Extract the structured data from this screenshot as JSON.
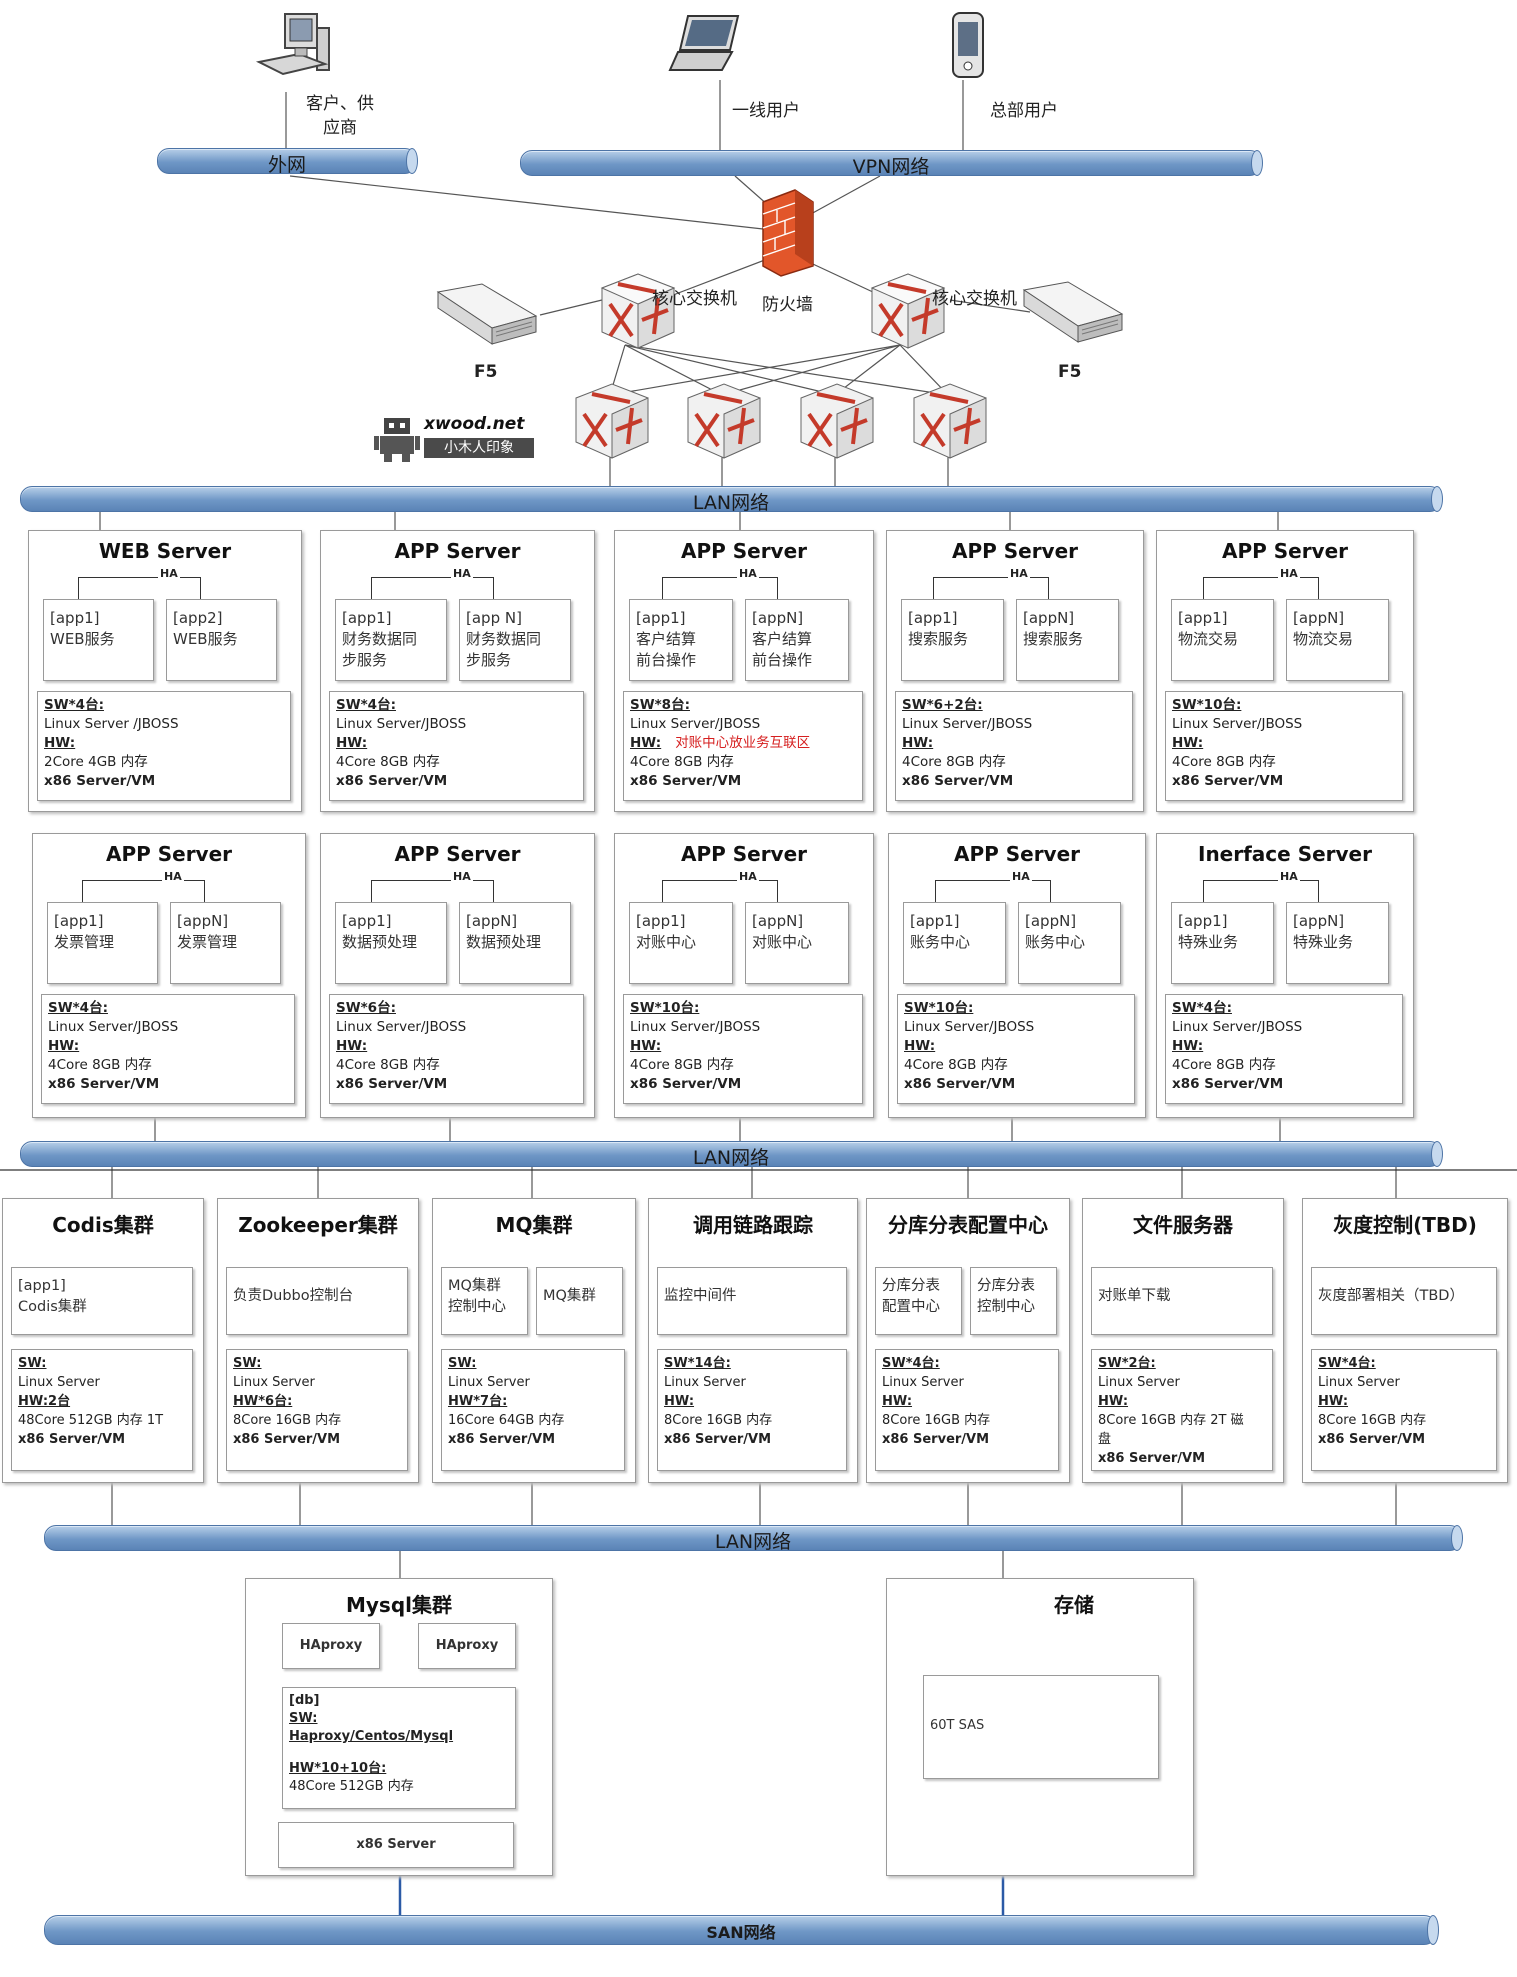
{
  "top": {
    "clients_label": "客户、供\n应商",
    "frontline_label": "一线用户",
    "hq_label": "总部用户",
    "wan_label": "外网",
    "vpn_label": "VPN网络",
    "firewall_label": "防火墙",
    "core_switch_left": "核心交换机",
    "core_switch_right": "核心交换机",
    "f5_left": "F5",
    "f5_right": "F5",
    "watermark_main": "xwood.net",
    "watermark_sub": "小木人印象"
  },
  "buses": {
    "lan1": "LAN网络",
    "lan2": "LAN网络",
    "lan3": "LAN网络",
    "san": "SAN网络"
  },
  "row1": [
    {
      "title": "WEB  Server",
      "ha": "HA",
      "app1": "[app1]\nWEB服务",
      "app2": "[app2]\nWEB服务",
      "sw": "SW*4台:",
      "os": "Linux Server /JBOSS",
      "hw": "HW:",
      "spec": "2Core  4GB 内存",
      "plat": "x86 Server/VM"
    },
    {
      "title": "APP  Server",
      "ha": "HA",
      "app1": "[app1]\n财务数据同\n步服务",
      "app2": "[app N]\n财务数据同\n步服务",
      "sw": "SW*4台:",
      "os": "Linux Server/JBOSS",
      "hw": "HW:",
      "spec": "4Core  8GB 内存",
      "plat": "x86 Server/VM"
    },
    {
      "title": "APP Server",
      "ha": "HA",
      "app1": "[app1]\n客户结算\n前台操作",
      "app2": "[appN]\n客户结算\n前台操作",
      "sw": "SW*8台:",
      "os": "Linux Server/JBOSS",
      "hw": "HW:",
      "hw_note": "对账中心放业务互联区",
      "spec": "4Core  8GB 内存",
      "plat": "x86 Server/VM"
    },
    {
      "title": "APP Server",
      "ha": "HA",
      "app1": "[app1]\n搜索服务",
      "app2": "[appN]\n搜索服务",
      "sw": "SW*6+2台:",
      "os": "Linux Server/JBOSS",
      "hw": "HW:",
      "spec": "4Core  8GB 内存",
      "plat": "x86 Server/VM"
    },
    {
      "title": "APP Server",
      "ha": "HA",
      "app1": "[app1]\n物流交易",
      "app2": "[appN]\n物流交易",
      "sw": "SW*10台:",
      "os": "Linux Server/JBOSS",
      "hw": "HW:",
      "spec": "4Core  8GB 内存",
      "plat": "x86 Server/VM"
    }
  ],
  "row2": [
    {
      "title": "APP Server",
      "ha": "HA",
      "app1": "[app1]\n发票管理",
      "app2": "[appN]\n发票管理",
      "sw": "SW*4台:",
      "os": "Linux Server/JBOSS",
      "hw": "HW:",
      "spec": "4Core  8GB 内存",
      "plat": "x86 Server/VM"
    },
    {
      "title": "APP Server",
      "ha": "HA",
      "app1": "[app1]\n数据预处理",
      "app2": "[appN]\n数据预处理",
      "sw": "SW*6台:",
      "os": "Linux Server/JBOSS",
      "hw": "HW:",
      "spec": "4Core  8GB 内存",
      "plat": "x86 Server/VM"
    },
    {
      "title": "APP Server",
      "ha": "HA",
      "app1": "[app1]\n对账中心",
      "app2": "[appN]\n对账中心",
      "sw": "SW*10台:",
      "os": "Linux Server/JBOSS",
      "hw": "HW:",
      "spec": "4Core  8GB 内存",
      "plat": "x86 Server/VM"
    },
    {
      "title": "APP Server",
      "ha": "HA",
      "app1": "[app1]\n账务中心",
      "app2": "[appN]\n账务中心",
      "sw": "SW*10台:",
      "os": "Linux Server/JBOSS",
      "hw": "HW:",
      "spec": "4Core  8GB 内存",
      "plat": "x86 Server/VM"
    },
    {
      "title": "Inerface Server",
      "ha": "HA",
      "app1": "[app1]\n特殊业务",
      "app2": "[appN]\n特殊业务",
      "sw": "SW*4台:",
      "os": "Linux Server/JBOSS",
      "hw": "HW:",
      "spec": "4Core  8GB 内存",
      "plat": "x86 Server/VM"
    }
  ],
  "row3": [
    {
      "title": "Codis集群",
      "app": "[app1]\nCodis集群",
      "sw": "SW:",
      "os": "Linux Server",
      "hw": "HW:2台",
      "spec": "48Core  512GB 内存 1T",
      "plat": "x86 Server/VM"
    },
    {
      "title": "Zookeeper集群",
      "app": "负责Dubbo控制台",
      "sw": "SW:",
      "os": "Linux Server",
      "hw": "HW*6台:",
      "spec": "8Core  16GB 内存",
      "plat": "x86 Server/VM"
    },
    {
      "title": "MQ集群",
      "app": "MQ集群\n控制中心",
      "app2": "MQ集群",
      "sw": "SW:",
      "os": "Linux Server",
      "hw": "HW*7台:",
      "spec": "16Core  64GB 内存",
      "plat": "x86 Server/VM"
    },
    {
      "title": "调用链路跟踪",
      "app": "监控中间件",
      "sw": "SW*14台:",
      "os": "Linux Server",
      "hw": "HW:",
      "spec": "8Core  16GB 内存",
      "plat": "x86 Server/VM"
    },
    {
      "title": "分库分表配置中心",
      "app": "分库分表\n配置中心",
      "app2": "分库分表\n控制中心",
      "sw": "SW*4台:",
      "os": "Linux Server",
      "hw": "HW:",
      "spec": "8Core  16GB 内存",
      "plat": "x86 Server/VM"
    },
    {
      "title": "文件服务器",
      "app": "对账单下载",
      "sw": "SW*2台:",
      "os": "Linux Server",
      "hw": "HW:",
      "spec": "8Core  16GB 内存  2T 磁\n盘",
      "plat": "x86 Server/VM"
    },
    {
      "title": "灰度控制(TBD)",
      "app": "灰度部署相关（TBD）",
      "sw": "SW*4台:",
      "os": "Linux Server",
      "hw": "HW:",
      "spec": "8Core  16GB 内存",
      "plat": "x86 Server/VM"
    }
  ],
  "mysql": {
    "title": "Mysql集群",
    "haproxy1": "HAproxy",
    "haproxy2": "HAproxy",
    "db": "[db]",
    "sw": "SW:",
    "sw_val": "Haproxy/Centos/Mysql",
    "hw": "HW*10+10台:",
    "spec": "48Core  512GB 内存",
    "plat": "x86 Server"
  },
  "storage": {
    "title": "存储",
    "value": "60T SAS"
  },
  "colors": {
    "bus": "#6f97c6",
    "firewall": "#e2562a",
    "switch": "#c43a2a"
  }
}
